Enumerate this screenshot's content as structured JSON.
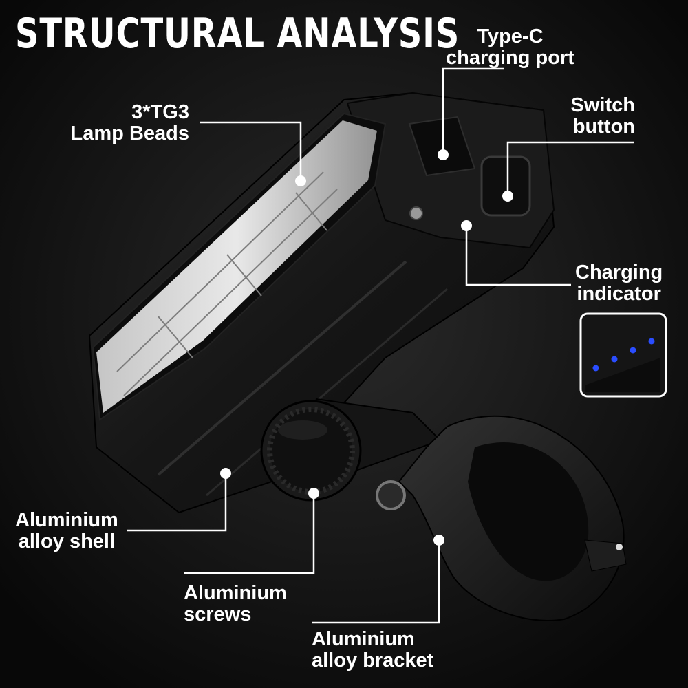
{
  "title": "STRUCTURAL ANALYSIS",
  "labels": {
    "type_c": [
      "Type-C",
      "charging port"
    ],
    "switch_button": [
      "Switch",
      "button"
    ],
    "lamp_beads": [
      "3*TG3",
      "Lamp Beads"
    ],
    "charging_indicator": [
      "Charging",
      "indicator"
    ],
    "shell": [
      "Aluminium",
      "alloy shell"
    ],
    "screws": [
      "Aluminium",
      "screws"
    ],
    "bracket": [
      "Aluminium",
      "alloy bracket"
    ]
  },
  "colors": {
    "background": "#0e0e0e",
    "text": "#ffffff",
    "indicator_led": "#2a4dff"
  },
  "indicator_led_count": 4
}
